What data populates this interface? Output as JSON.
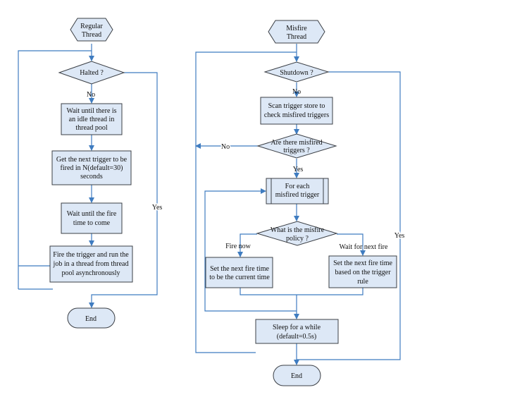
{
  "diagram": {
    "regular": {
      "start_line1": "Regular",
      "start_line2": "Thread",
      "halted": "Halted ?",
      "no": "No",
      "yes": "Yes",
      "wait_idle_line1": "Wait until there is",
      "wait_idle_line2": "an idle thread in",
      "wait_idle_line3": "thread pool",
      "get_next_line1": "Get the next trigger to be",
      "get_next_line2": "fired in N(default=30)",
      "get_next_line3": "seconds",
      "wait_fire_line1": "Wait until the fire",
      "wait_fire_line2": "time to come",
      "fire_line1": "Fire the trigger and run the",
      "fire_line2": "job in a thread from thread",
      "fire_line3": "pool asynchronously",
      "end": "End"
    },
    "misfire": {
      "start_line1": "Misfire",
      "start_line2": "Thread",
      "shutdown": "Shutdown ?",
      "no_shutdown": "No",
      "yes_shutdown": "Yes",
      "scan_line1": "Scan trigger store to",
      "scan_line2": "check misfired triggers",
      "are_line1": "Are there misfired",
      "are_line2": "triggers ?",
      "no_misfired": "No",
      "yes_misfired": "Yes",
      "foreach_line1": "For each",
      "foreach_line2": "misfired trigger",
      "policy_line1": "What is the misfire",
      "policy_line2": "policy ?",
      "fire_now": "Fire now",
      "wait_next": "Wait for next fire",
      "set_current_line1": "Set the next fire time",
      "set_current_line2": "to be the current time",
      "set_rule_line1": "Set the next fire time",
      "set_rule_line2": "based on the trigger",
      "set_rule_line3": "rule",
      "sleep_line1": "Sleep for a while",
      "sleep_line2": "(default=0.5s)",
      "end": "End"
    }
  }
}
